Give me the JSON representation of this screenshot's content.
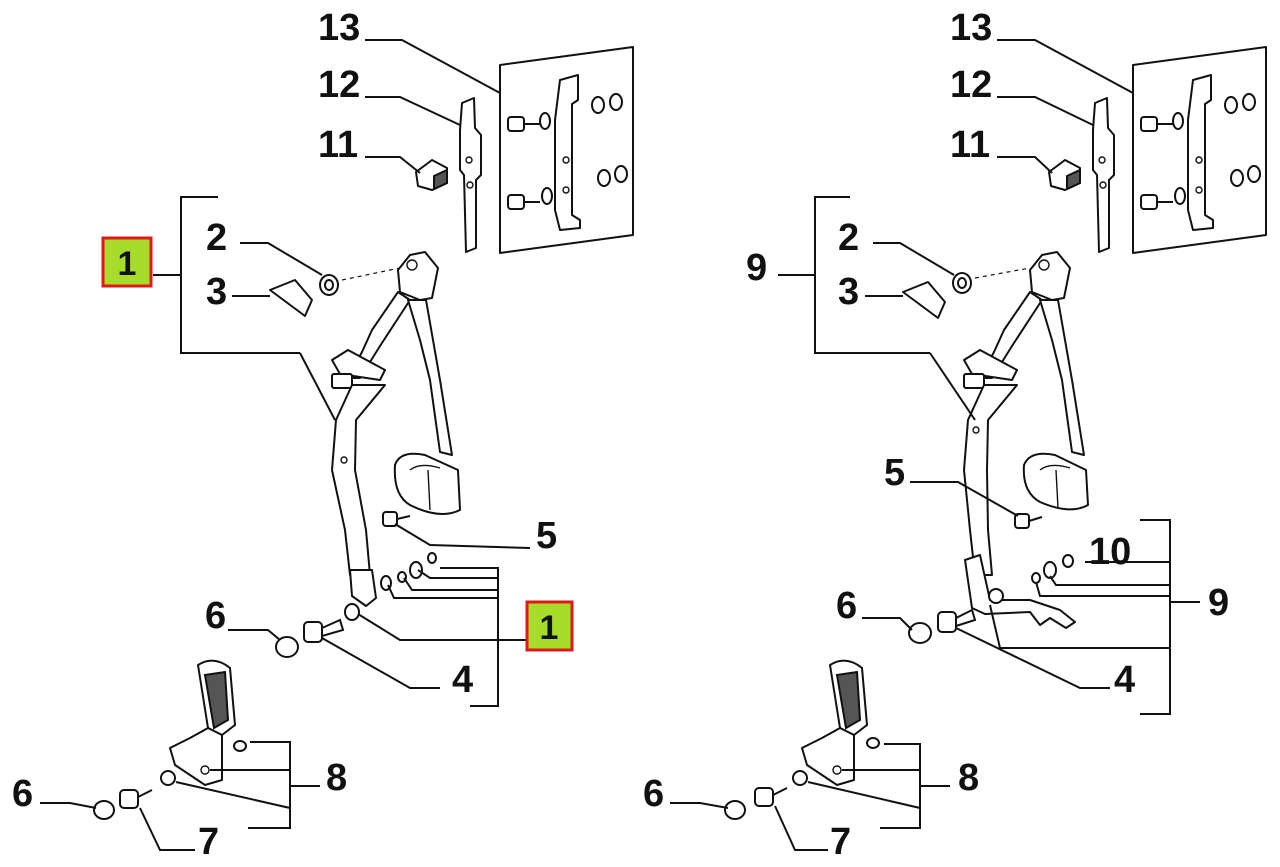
{
  "left_assembly": {
    "callouts": {
      "c13": "13",
      "c12": "12",
      "c11": "11",
      "c2": "2",
      "c3": "3",
      "c5": "5",
      "c6_top": "6",
      "c4": "4",
      "c6_bottom": "6",
      "c8": "8",
      "c7": "7"
    },
    "highlighted_label_top": "1",
    "highlighted_label_bottom": "1"
  },
  "right_assembly": {
    "callouts": {
      "c13": "13",
      "c12": "12",
      "c11": "11",
      "c9_top": "9",
      "c2": "2",
      "c3": "3",
      "c5": "5",
      "c10": "10",
      "c9_right": "9",
      "c6_top": "6",
      "c4": "4",
      "c6_bottom": "6",
      "c8": "8",
      "c7": "7"
    }
  },
  "colors": {
    "highlight_fill": "#a6dc2a",
    "highlight_border": "#e2191b",
    "line": "#111111"
  }
}
